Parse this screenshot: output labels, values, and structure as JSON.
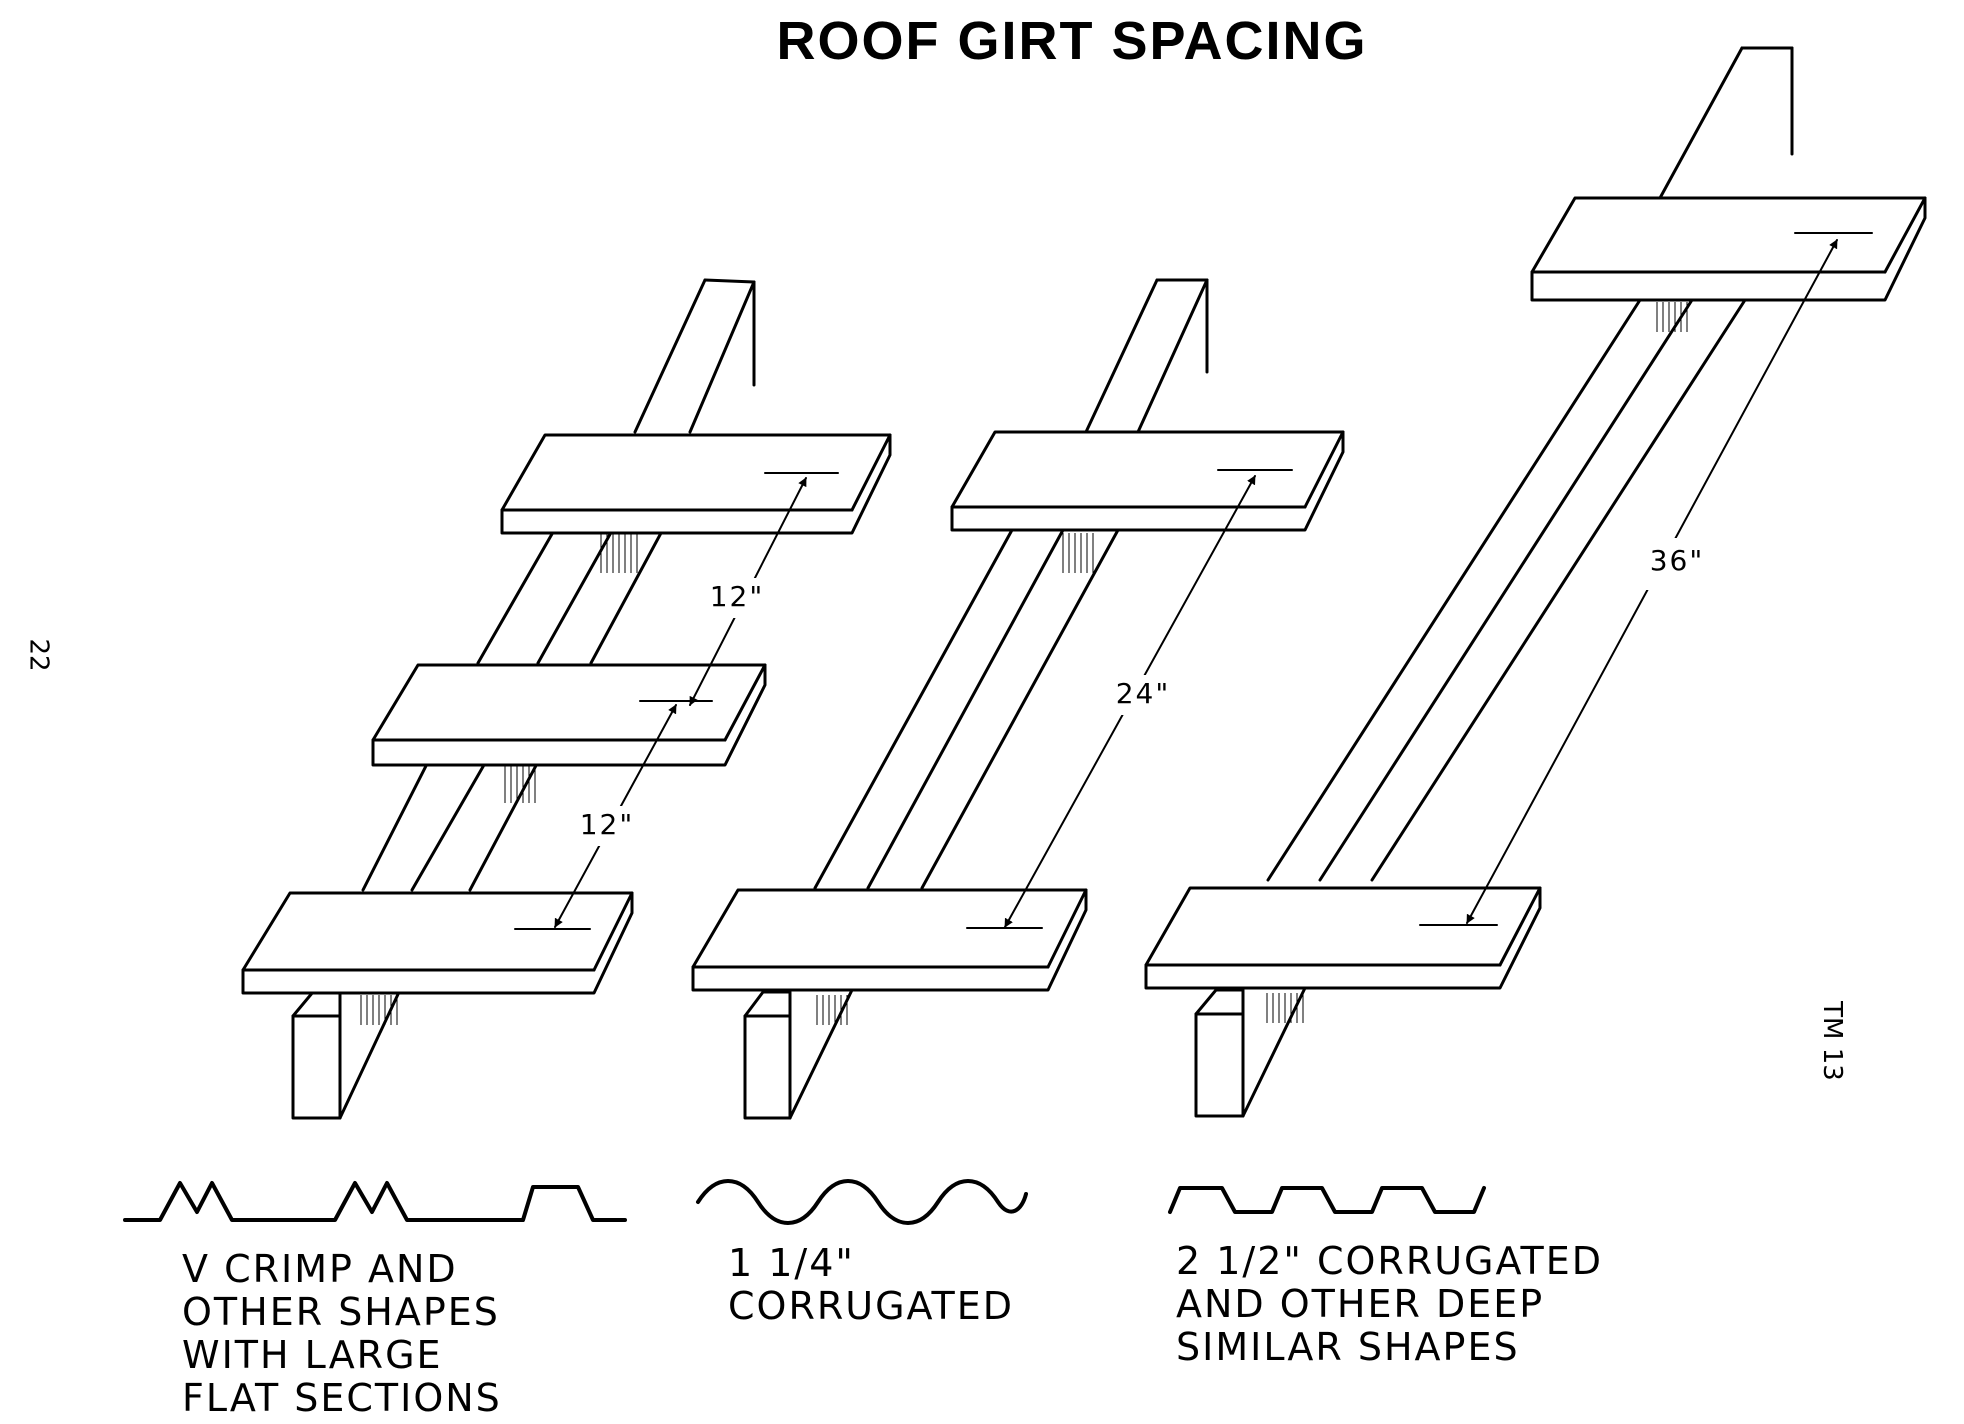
{
  "title": "ROOF GIRT SPACING",
  "page_number": "22",
  "figure_code": "TM 13",
  "dimensions": {
    "left_upper": "12\"",
    "left_lower": "12\"",
    "middle": "24\"",
    "right": "36\""
  },
  "captions": {
    "left": [
      "V CRIMP AND",
      "OTHER SHAPES",
      "WITH LARGE",
      "FLAT SECTIONS"
    ],
    "middle": [
      "1 1/4\"",
      "CORRUGATED"
    ],
    "right": [
      "2 1/2\" CORRUGATED",
      "AND OTHER DEEP",
      "SIMILAR SHAPES"
    ]
  },
  "profiles": [
    "v-crimp-profile",
    "corrugated-wave-profile",
    "deep-corrugated-profile"
  ]
}
